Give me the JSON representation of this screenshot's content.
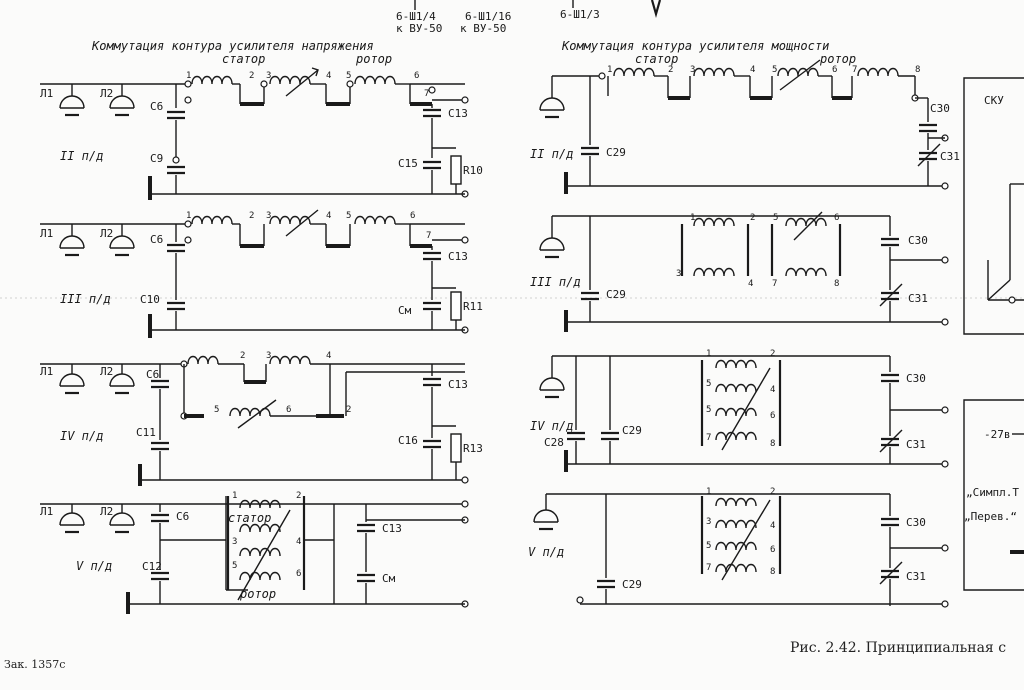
{
  "header": {
    "connector_1": "6-Ш1/4",
    "connector_1_to": "к ВУ-50",
    "connector_2": "6-Ш1/16",
    "connector_2_to": "к ВУ-50",
    "connector_3": "6-Ш1/3"
  },
  "voltage_amp": {
    "title": "Коммутация контура усилителя напряжения",
    "stator": "статор",
    "rotor": "ротор"
  },
  "power_amp": {
    "title": "Коммутация контура усилителя мощности",
    "stator": "статор",
    "rotor": "ротор"
  },
  "lamps": {
    "l1": "Л1",
    "l2": "Л2"
  },
  "bands": {
    "b2": "II п/д",
    "b3": "III п/д",
    "b4": "IV п/д",
    "b5": "V п/д"
  },
  "components": {
    "c6": "C6",
    "c9": "C9",
    "c10": "C10",
    "c11": "C11",
    "c12": "C12",
    "c13": "C13",
    "c15": "C15",
    "c16": "C16",
    "cm": "Cм",
    "r10": "R10",
    "r11": "R11",
    "r13": "R13",
    "c28": "C28",
    "c29": "C29",
    "c30": "C30",
    "c31": "C31"
  },
  "terminals": [
    "1",
    "2",
    "3",
    "4",
    "5",
    "6",
    "7",
    "8"
  ],
  "sku": {
    "label": "СКУ",
    "value": "-27в",
    "simplex": "„Симпл.Т",
    "transfer": "„Перев.“"
  },
  "caption": {
    "figure": "Рис. 2.42. Принципиальная с",
    "order": "Зак. 1357с"
  },
  "colors": {
    "ink": "#1a1a1a",
    "paper": "#fbfbfa"
  }
}
